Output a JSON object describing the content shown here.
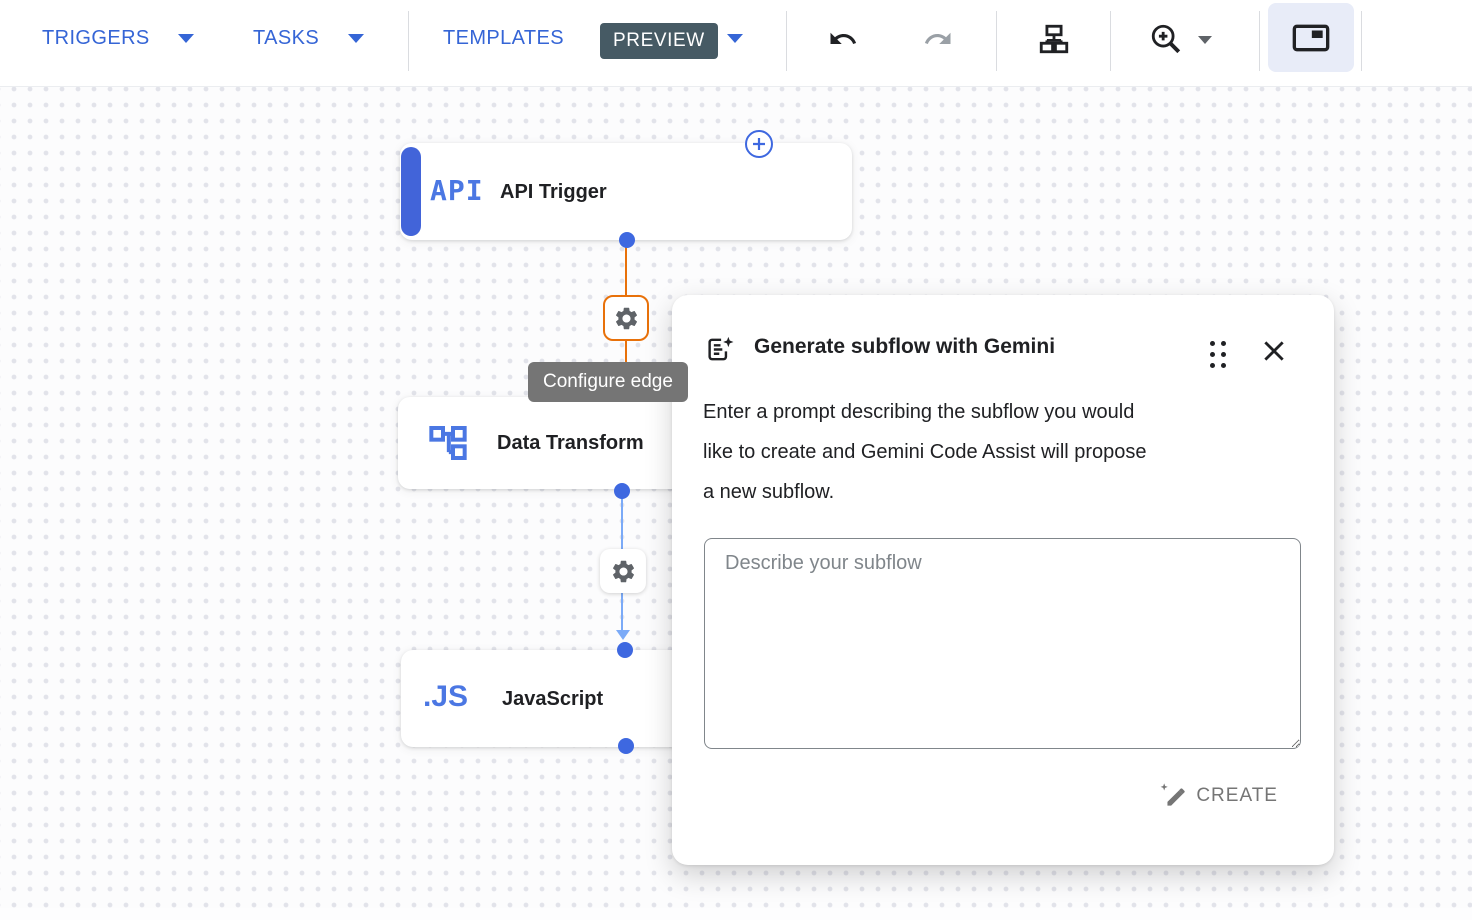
{
  "toolbar": {
    "triggers_label": "TRIGGERS",
    "tasks_label": "TASKS",
    "templates_label": "TEMPLATES",
    "preview_badge": "PREVIEW",
    "icons": [
      "undo-icon",
      "redo-icon",
      "schema-layout-icon",
      "zoom-in-icon",
      "panel-toggle-icon"
    ]
  },
  "canvas": {
    "tooltip_text": "Configure edge",
    "nodes": {
      "api": {
        "icon_text": "API",
        "label": "API Trigger"
      },
      "transform": {
        "icon": "data-transform-icon",
        "label": "Data Transform"
      },
      "js": {
        "icon_text": ".JS",
        "label": "JavaScript"
      }
    }
  },
  "dialog": {
    "title": "Generate subflow with Gemini",
    "description_lines": [
      "Enter a prompt describing the subflow you would",
      "like to create and Gemini Code Assist will propose",
      "a new subflow."
    ],
    "prompt_placeholder": "Describe your subflow",
    "create_label": "CREATE"
  },
  "colors": {
    "toolbar_blue": "#3565d6",
    "node_icon_blue": "#4b77e3",
    "accent_bar_blue": "#4264d9",
    "connection_dot_blue": "#3e68e0",
    "edge_orange": "#e8710a",
    "edge_light_blue": "#7baaf7",
    "preview_badge_bg": "#465a64",
    "selected_button_bg": "#e8ecf8",
    "tooltip_bg": "#757575"
  }
}
